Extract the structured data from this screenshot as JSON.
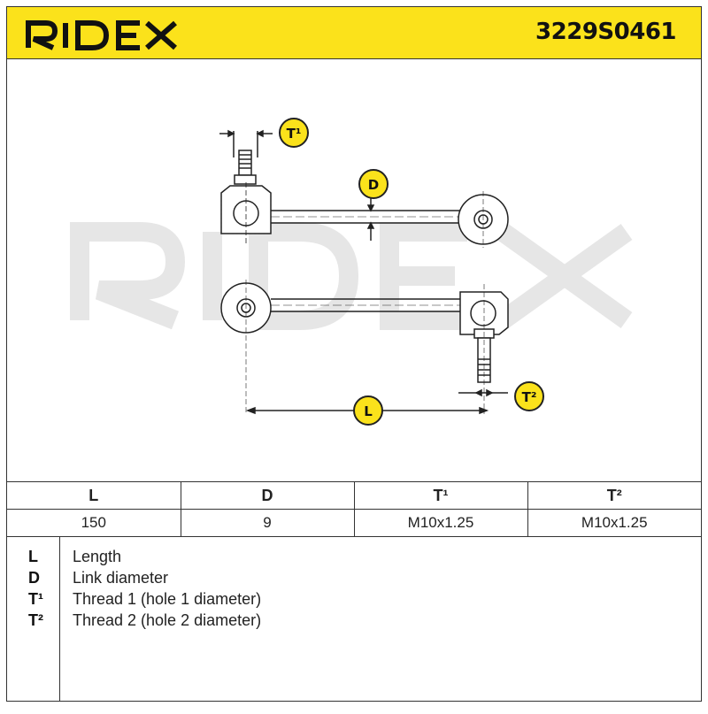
{
  "header": {
    "brand": "RIDEX",
    "part_number": "3229S0461",
    "accent_color": "#fbe21b"
  },
  "drawing": {
    "watermark": "RIDEX",
    "callouts": {
      "t1": "T¹",
      "d": "D",
      "t2": "T²",
      "l": "L"
    }
  },
  "spec_table": {
    "headers": [
      "L",
      "D",
      "T¹",
      "T²"
    ],
    "values": [
      "150",
      "9",
      "M10x1.25",
      "M10x1.25"
    ]
  },
  "legend": [
    {
      "key": "L",
      "desc": "Length"
    },
    {
      "key": "D",
      "desc": "Link diameter"
    },
    {
      "key": "T¹",
      "desc": "Thread 1 (hole 1 diameter)"
    },
    {
      "key": "T²",
      "desc": "Thread 2 (hole 2 diameter)"
    }
  ]
}
